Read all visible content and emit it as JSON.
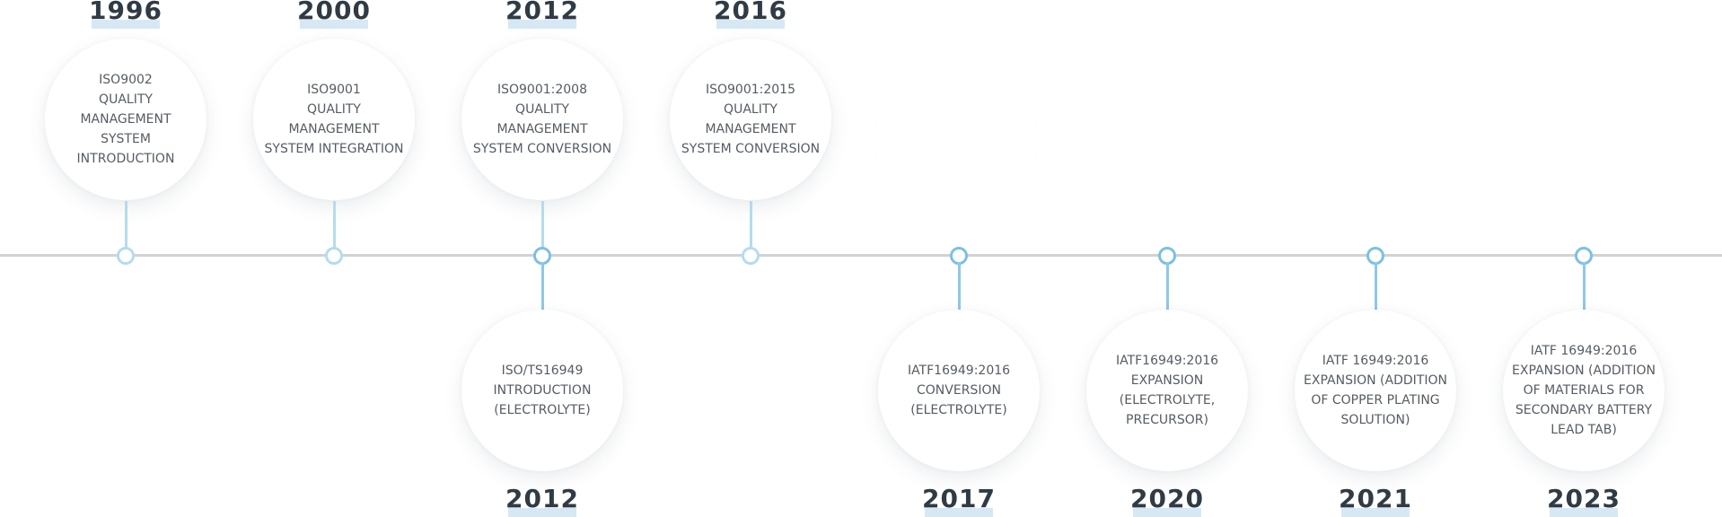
{
  "top": [
    {
      "year": "1996",
      "text": "ISO9002\nQUALITY MANAGEMENT\nSYSTEM INTRODUCTION"
    },
    {
      "year": "2000",
      "text": "ISO9001\nQUALITY MANAGEMENT\nSYSTEM INTEGRATION"
    },
    {
      "year": "2012",
      "text": "ISO9001:2008\nQUALITY MANAGEMENT\nSYSTEM CONVERSION"
    },
    {
      "year": "2016",
      "text": "ISO9001:2015\nQUALITY MANAGEMENT\nSYSTEM CONVERSION"
    }
  ],
  "bottom": [
    {
      "year": "2012",
      "text": "ISO/TS16949\nINTRODUCTION\n(ELECTROLYTE)"
    },
    {
      "year": "2017",
      "text": "IATF16949:2016\nCONVERSION\n(ELECTROLYTE)"
    },
    {
      "year": "2020",
      "text": "IATF16949:2016\nEXPANSION\n(ELECTROLYTE,\nPRECURSOR)"
    },
    {
      "year": "2021",
      "text": "IATF 16949:2016\nEXPANSION (ADDITION\nOF COPPER PLATING\nSOLUTION)"
    },
    {
      "year": "2023",
      "text": "IATF 16949:2016\nEXPANSION (ADDITION\nOF MATERIALS FOR\nSECONDARY BATTERY\nLEAD TAB)"
    }
  ]
}
